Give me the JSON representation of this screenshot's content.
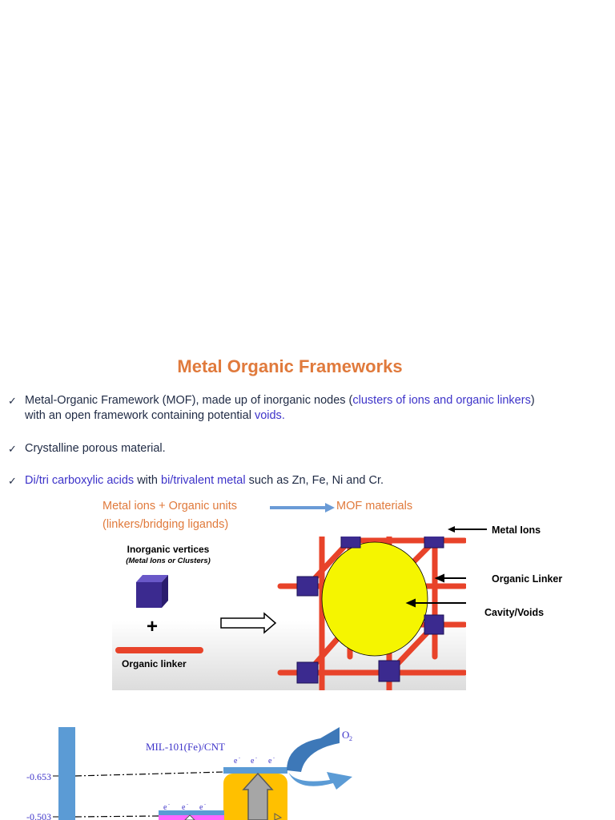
{
  "title": "Metal Organic Frameworks",
  "bullets": {
    "b1_a": "Metal-Organic Framework (MOF),  made up of inorganic nodes (",
    "b1_b": "clusters of ions and organic linkers",
    "b1_c": ")",
    "b1_d": "with an open framework containing potential ",
    "b1_e": "voids",
    "b1_f": ".",
    "b2": "Crystalline porous material.",
    "b3_a": "Di/tri carboxylic acids",
    "b3_b": " with ",
    "b3_c": "bi/trivalent metal",
    "b3_d": " such as Zn, Fe, Ni and Cr."
  },
  "caption": {
    "left_line1": "Metal ions + Organic units",
    "left_line2": "(linkers/bridging ligands)",
    "right": "MOF materials"
  },
  "figure": {
    "inorganic_vertices": "Inorganic vertices",
    "inorganic_sub": "(Metal Ions or Clusters)",
    "plus": "+",
    "organic_linker": "Organic linker",
    "metal_ions": "Metal Ions",
    "organic_linker_label": "Organic Linker",
    "cavity": "Cavity/Voids"
  },
  "energy": {
    "material": "MIL-101(Fe)/CNT",
    "o2": "O",
    "o2_sub": "2",
    "level1": "-0.653",
    "level2": "-0.503",
    "e": "e",
    "e_sup": "-"
  },
  "colors": {
    "title": "#e07a3c",
    "accent_blue": "#3d33c9",
    "cube": "#3b2a8f",
    "linker": "#e8432a",
    "sphere": "#f5f500"
  }
}
